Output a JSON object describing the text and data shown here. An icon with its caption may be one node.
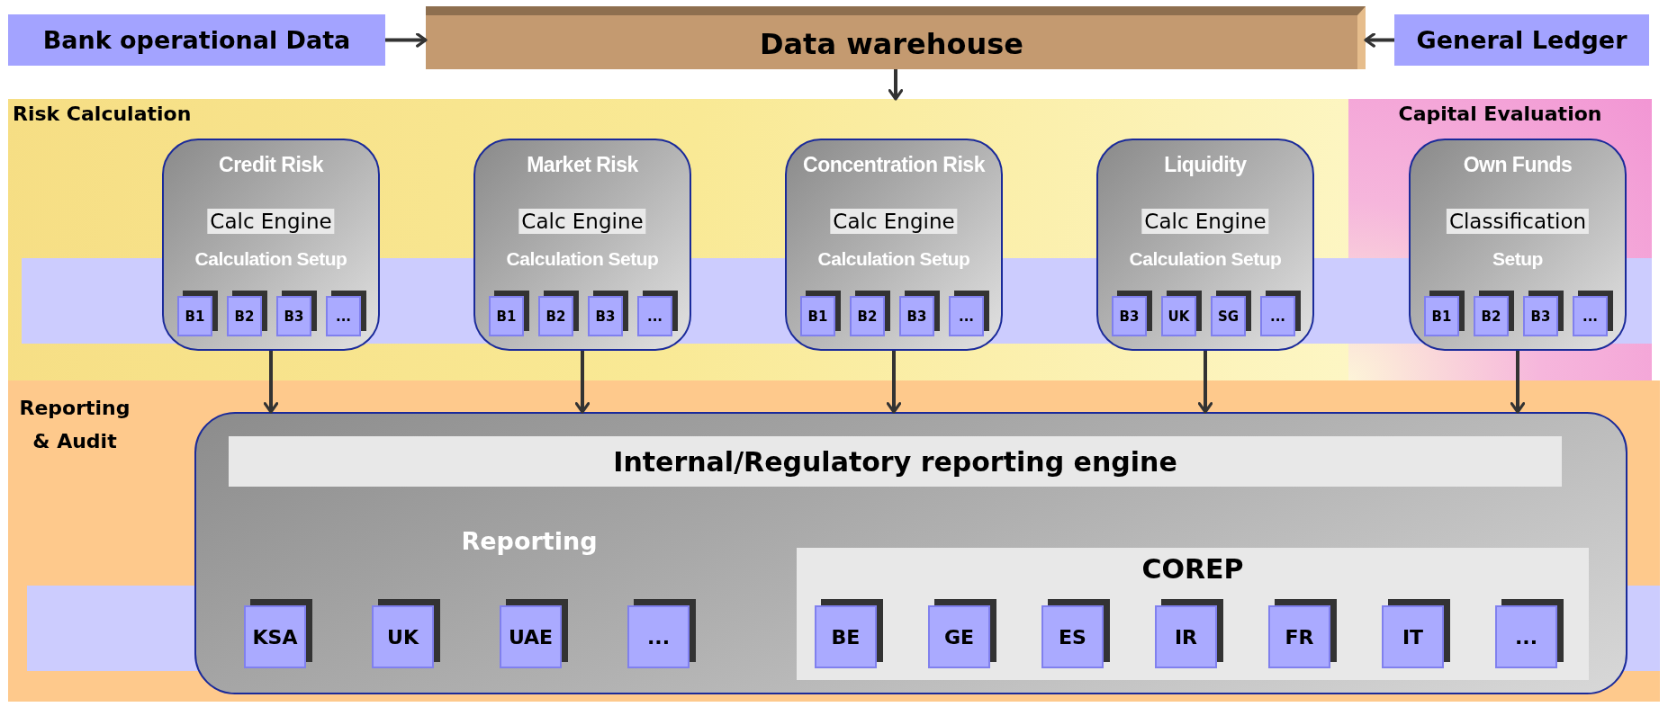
{
  "diagram": {
    "nodes": [
      {
        "text": [
          "Bank operational Data"
        ]
      },
      {
        "text": [
          "Data warehouse"
        ]
      },
      {
        "text": [
          "General Ledger"
        ]
      },
      {
        "text": [
          "Risk Calculation"
        ]
      },
      {
        "text": [
          "Credit Risk",
          "Calc Engine",
          "Calculation Setup"
        ],
        "in": 3
      },
      {
        "text": [
          "B1"
        ],
        "in": 4
      },
      {
        "text": [
          "B2"
        ],
        "in": 4
      },
      {
        "text": [
          "B3"
        ],
        "in": 4
      },
      {
        "text": [
          "..."
        ],
        "in": 4
      },
      {
        "text": [
          "Market Risk",
          "Calc Engine",
          "Calculation Setup"
        ],
        "in": 3
      },
      {
        "text": [
          "B1"
        ],
        "in": 9
      },
      {
        "text": [
          "B2"
        ],
        "in": 9
      },
      {
        "text": [
          "B3"
        ],
        "in": 9
      },
      {
        "text": [
          "..."
        ],
        "in": 9
      },
      {
        "text": [
          "Concentration Risk",
          "Calc Engine",
          "Calculation Setup"
        ],
        "in": 3
      },
      {
        "text": [
          "B1"
        ],
        "in": 14
      },
      {
        "text": [
          "B2"
        ],
        "in": 14
      },
      {
        "text": [
          "B3"
        ],
        "in": 14
      },
      {
        "text": [
          "..."
        ],
        "in": 14
      },
      {
        "text": [
          "Liquidity",
          "Calc Engine",
          "Calculation Setup"
        ],
        "in": 3
      },
      {
        "text": [
          "B3"
        ],
        "in": 19
      },
      {
        "text": [
          "UK"
        ],
        "in": 19
      },
      {
        "text": [
          "SG"
        ],
        "in": 19
      },
      {
        "text": [
          "..."
        ],
        "in": 19
      },
      {
        "text": [
          "Capital Evaluation"
        ]
      },
      {
        "text": [
          "Own Funds",
          "Classification",
          "Setup"
        ],
        "in": 24
      },
      {
        "text": [
          "B1"
        ],
        "in": 25
      },
      {
        "text": [
          "B2"
        ],
        "in": 25
      },
      {
        "text": [
          "B3"
        ],
        "in": 25
      },
      {
        "text": [
          "..."
        ],
        "in": 25
      },
      {
        "text": [
          "Reporting & Audit"
        ]
      },
      {
        "text": [
          "Internal/Regulatory reporting engine",
          "Reporting"
        ],
        "in": 30
      },
      {
        "text": [
          "KSA"
        ],
        "in": 31
      },
      {
        "text": [
          "UK"
        ],
        "in": 31
      },
      {
        "text": [
          "UAE"
        ],
        "in": 31
      },
      {
        "text": [
          "..."
        ],
        "in": 31
      },
      {
        "text": [
          "COREP"
        ],
        "in": 31
      },
      {
        "text": [
          "BE"
        ],
        "in": 36
      },
      {
        "text": [
          "GE"
        ],
        "in": 36
      },
      {
        "text": [
          "ES"
        ],
        "in": 36
      },
      {
        "text": [
          "IR"
        ],
        "in": 36
      },
      {
        "text": [
          "FR"
        ],
        "in": 36
      },
      {
        "text": [
          "IT"
        ],
        "in": 36
      },
      {
        "text": [
          "..."
        ],
        "in": 36
      }
    ],
    "edges": [
      {
        "from": 0,
        "to": 1,
        "arrow": "to"
      },
      {
        "from": 2,
        "to": 1,
        "arrow": "to"
      },
      {
        "from": 1,
        "to": 3,
        "arrow": "to"
      },
      {
        "from": 4,
        "to": 31,
        "arrow": "to"
      },
      {
        "from": 9,
        "to": 31,
        "arrow": "to"
      },
      {
        "from": 14,
        "to": 31,
        "arrow": "to"
      },
      {
        "from": 19,
        "to": 31,
        "arrow": "to"
      },
      {
        "from": 25,
        "to": 31,
        "arrow": "to"
      }
    ]
  }
}
